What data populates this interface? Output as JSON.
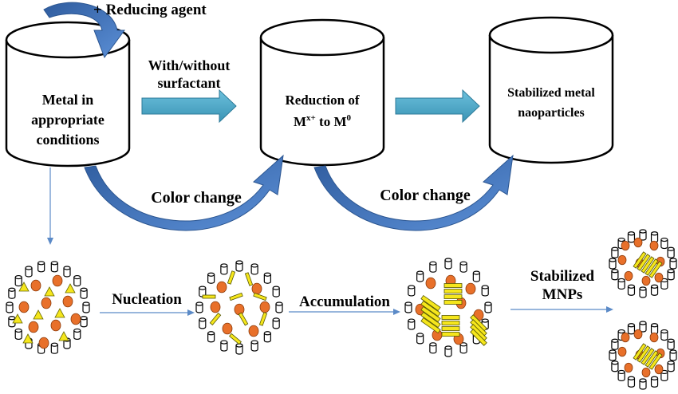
{
  "labels": {
    "reducing_agent": "+ Reducing agent",
    "cylinder1": [
      "Metal in",
      "appropriate",
      "conditions"
    ],
    "surfactant": [
      "With/without",
      "surfactant"
    ],
    "cylinder2_line1": "Reduction of",
    "cylinder2_line2_m": "M",
    "cylinder2_line2_sup1": "x+",
    "cylinder2_line2_mid": " to M",
    "cylinder2_line2_sup2": "0",
    "cylinder3": [
      "Stabilized metal",
      "naoparticles"
    ],
    "color_change_1": "Color change",
    "color_change_2": "Color change",
    "nucleation": "Nucleation",
    "accumulation": "Accumulation",
    "stabilized_mnps": [
      "Stabilized",
      "MNPs"
    ]
  },
  "colors": {
    "block_arrow": "#4aa6c4",
    "curved_arrow": "#3d6fb5",
    "thin_arrow": "#5b8ac7",
    "particle_orange": "#e8702a",
    "particle_yellow": "#f5e61c"
  }
}
